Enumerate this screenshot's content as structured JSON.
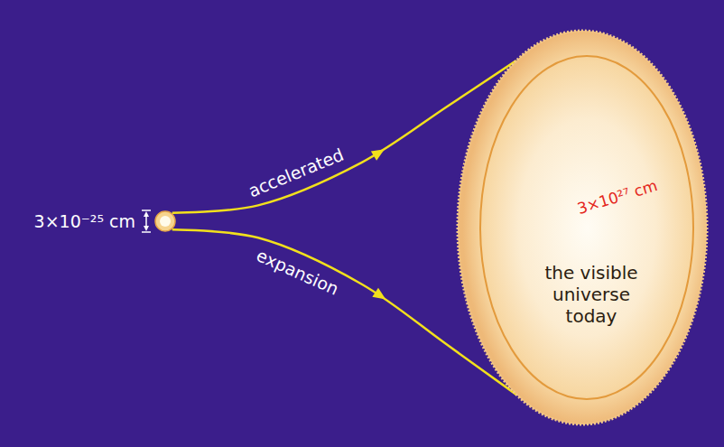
{
  "diagram": {
    "nodes": [
      {
        "text": [
          "3×10⁻²⁵ cm"
        ]
      },
      {
        "text": [
          "the visible universe today"
        ]
      }
    ],
    "edges": [
      {
        "from": 0,
        "to": 1,
        "arrow": "to",
        "label": "accelerated"
      },
      {
        "from": 0,
        "to": 1,
        "arrow": "to",
        "label": "expansion"
      }
    ],
    "labels": [
      "3×10²⁷ cm"
    ]
  }
}
